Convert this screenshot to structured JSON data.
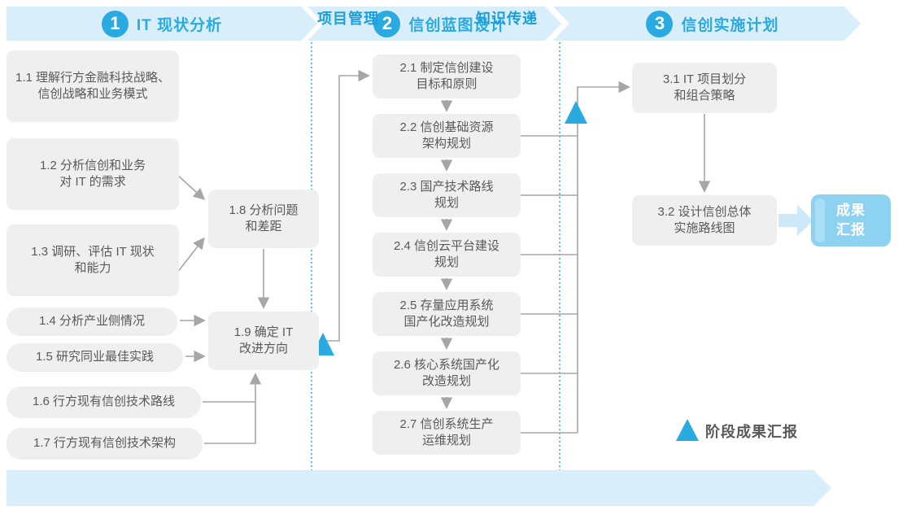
{
  "colors": {
    "accent_blue": "#29abe2",
    "banner_bg": "#d9eefb",
    "box_bg": "#efefef",
    "box_text": "#595959",
    "connector_gray": "#a6a6a6",
    "result_box_bg": "#8ed2f1",
    "soft_arrow_blue": "#cde8f8"
  },
  "phase_banners": [
    {
      "number": "1",
      "title": "IT 现状分析"
    },
    {
      "number": "2",
      "title": "信创蓝图设计"
    },
    {
      "number": "3",
      "title": "信创实施计划"
    }
  ],
  "phase1_boxes": {
    "b11": {
      "line1": "1.1 理解行方金融科技战略、",
      "line2": "信创战略和业务模式"
    },
    "b12": {
      "line1": "1.2 分析信创和业务",
      "line2": "对 IT 的需求"
    },
    "b13": {
      "line1": "1.3 调研、评估 IT 现状",
      "line2": "和能力"
    },
    "b14": {
      "label": "1.4 分析产业侧情况"
    },
    "b15": {
      "label": "1.5 研究同业最佳实践"
    },
    "b16": {
      "label": "1.6 行方现有信创技术路线"
    },
    "b17": {
      "label": "1.7 行方现有信创技术架构"
    },
    "b18": {
      "line1": "1.8 分析问题",
      "line2": "和差距"
    },
    "b19": {
      "line1": "1.9 确定 IT",
      "line2": "改进方向"
    }
  },
  "phase2_boxes": {
    "b21": {
      "line1": "2.1 制定信创建设",
      "line2": "目标和原则"
    },
    "b22": {
      "line1": "2.2 信创基础资源",
      "line2": "架构规划"
    },
    "b23": {
      "line1": "2.3 国产技术路线",
      "line2": "规划"
    },
    "b24": {
      "line1": "2.4 信创云平台建设",
      "line2": "规划"
    },
    "b25": {
      "line1": "2.5 存量应用系统",
      "line2": "国产化改造规划"
    },
    "b26": {
      "line1": "2.6 核心系统国产化",
      "line2": "改造规划"
    },
    "b27": {
      "line1": "2.7 信创系统生产",
      "line2": "运维规划"
    }
  },
  "phase3_boxes": {
    "b31": {
      "line1": "3.1 IT 项目划分",
      "line2": "和组合策略"
    },
    "b32": {
      "line1": "3.2 设计信创总体",
      "line2": "实施路线图"
    }
  },
  "result_box": {
    "line1": "成果",
    "line2": "汇报"
  },
  "legend": {
    "label": "阶段成果汇报"
  },
  "bottom_banner": {
    "left_label": "项目管理",
    "right_label": "知识传递"
  }
}
